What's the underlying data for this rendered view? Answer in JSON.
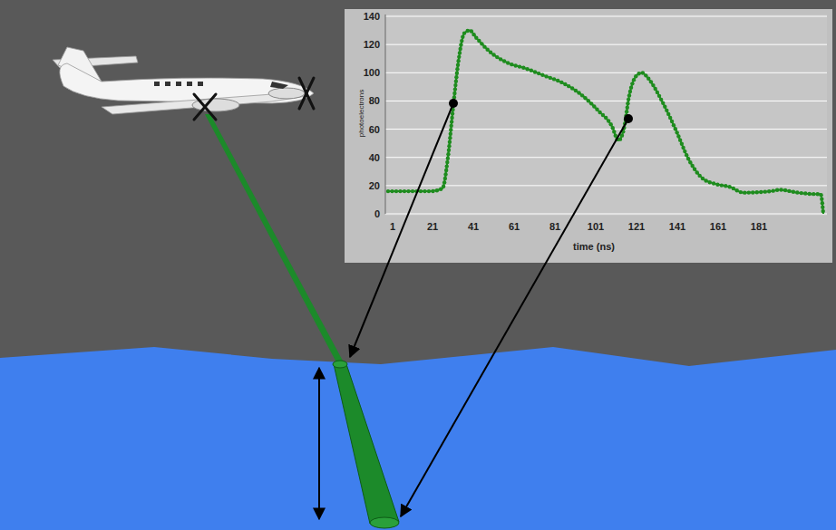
{
  "diagram": {
    "labels": [
      "140",
      "120",
      "100",
      "80",
      "60",
      "40",
      "20",
      "0",
      "1",
      "21",
      "41",
      "61",
      "81",
      "101",
      "121",
      "141",
      "161",
      "181",
      "time (ns)",
      "photoelectrons"
    ]
  }
}
